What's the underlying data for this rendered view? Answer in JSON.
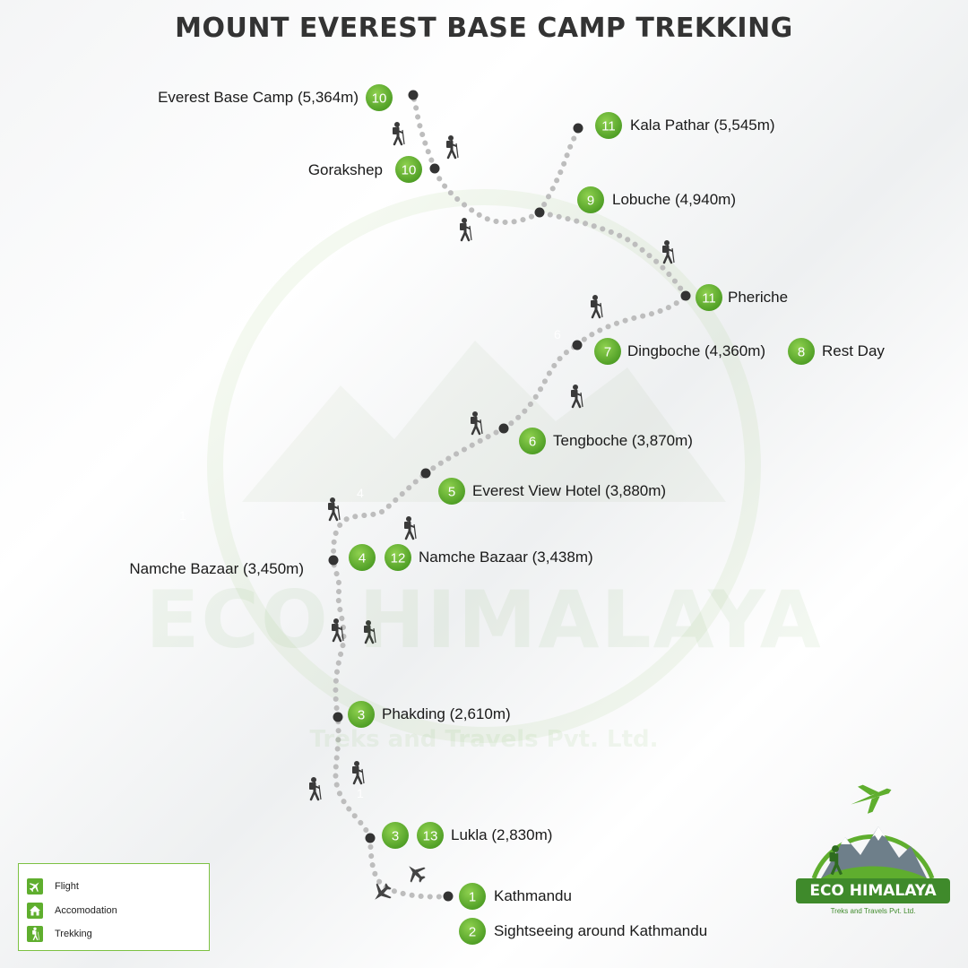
{
  "title": "MOUNT EVEREST BASE CAMP TREKKING",
  "colors": {
    "badge": "#5fae2e",
    "badge_light": "#8fd14f",
    "route": "#bdbdbd",
    "node": "#333333",
    "title": "#333333",
    "legend_border": "#7cc142"
  },
  "watermark": {
    "name": "ECO HIMALAYA",
    "tagline": "Treks and Travels Pvt. Ltd."
  },
  "stops": [
    {
      "id": "ebc",
      "badges": [
        "10"
      ],
      "name": "Everest Base Camp (5,364m)"
    },
    {
      "id": "kala-pathar",
      "badges": [
        "11"
      ],
      "name": "Kala Pathar (5,545m)"
    },
    {
      "id": "gorakshep",
      "badges": [
        "10"
      ],
      "name": "Gorakshep"
    },
    {
      "id": "lobuche",
      "badges": [
        "9"
      ],
      "name": "Lobuche (4,940m)"
    },
    {
      "id": "pheriche",
      "badges": [
        "11"
      ],
      "name": "Pheriche"
    },
    {
      "id": "dingboche",
      "badges": [
        "7"
      ],
      "name": "Dingboche (4,360m)"
    },
    {
      "id": "rest-day",
      "badges": [
        "8"
      ],
      "name": "Rest Day"
    },
    {
      "id": "tengboche",
      "badges": [
        "6"
      ],
      "name": "Tengboche (3,870m)"
    },
    {
      "id": "everest-view",
      "badges": [
        "5"
      ],
      "name": "Everest View Hotel (3,880m)"
    },
    {
      "id": "namche-450",
      "badges": [],
      "name": "Namche Bazaar (3,450m)"
    },
    {
      "id": "namche-438",
      "badges": [
        "4",
        "12"
      ],
      "name": "Namche Bazaar (3,438m)"
    },
    {
      "id": "phakding",
      "badges": [
        "3"
      ],
      "name": "Phakding (2,610m)"
    },
    {
      "id": "lukla",
      "badges": [
        "3",
        "13"
      ],
      "name": "Lukla (2,830m)"
    },
    {
      "id": "kathmandu",
      "badges": [
        "1"
      ],
      "name": "Kathmandu"
    },
    {
      "id": "sightseeing",
      "badges": [
        "2"
      ],
      "name": "Sightseeing around Kathmandu"
    }
  ],
  "legend": [
    {
      "icon": "airplane-icon",
      "label": "Flight"
    },
    {
      "icon": "house-icon",
      "label": "Accomodation"
    },
    {
      "icon": "hiker-icon",
      "label": "Trekking"
    }
  ],
  "logo": {
    "name": "ECO HIMALAYA",
    "tagline": "Treks and Travels Pvt. Ltd."
  }
}
